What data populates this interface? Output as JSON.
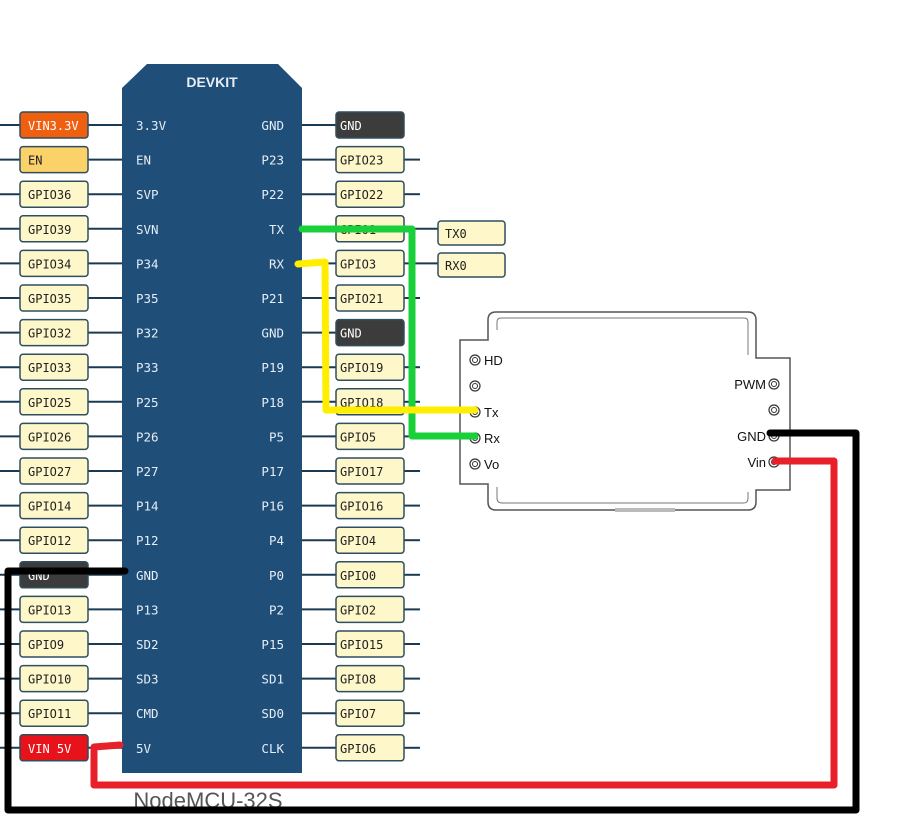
{
  "board": {
    "title": "DEVKIT",
    "caption": "NodeMCU-32S",
    "left_pins": [
      "3.3V",
      "EN",
      "SVP",
      "SVN",
      "P34",
      "P35",
      "P32",
      "P33",
      "P25",
      "P26",
      "P27",
      "P14",
      "P12",
      "GND",
      "P13",
      "SD2",
      "SD3",
      "CMD",
      "5V"
    ],
    "left_labels": [
      "VIN3.3V",
      "EN",
      "GPIO36",
      "GPIO39",
      "GPIO34",
      "GPIO35",
      "GPIO32",
      "GPIO33",
      "GPIO25",
      "GPIO26",
      "GPIO27",
      "GPIO14",
      "GPIO12",
      "GND",
      "GPIO13",
      "GPIO9",
      "GPIO10",
      "GPIO11",
      "VIN 5V"
    ],
    "right_pins": [
      "GND",
      "P23",
      "P22",
      "TX",
      "RX",
      "P21",
      "GND",
      "P19",
      "P18",
      "P5",
      "P17",
      "P16",
      "P4",
      "P0",
      "P2",
      "P15",
      "SD1",
      "SD0",
      "CLK"
    ],
    "right_labels": [
      "GND",
      "GPIO23",
      "GPIO22",
      "GPIO1",
      "GPIO3",
      "GPIO21",
      "GND",
      "GPIO19",
      "GPIO18",
      "GPIO5",
      "GPIO17",
      "GPIO16",
      "GPIO4",
      "GPIO0",
      "GPIO2",
      "GPIO15",
      "GPIO8",
      "GPIO7",
      "GPIO6"
    ],
    "extra_labels": [
      "TX0",
      "RX0"
    ]
  },
  "sensor": {
    "left_pins": [
      "HD",
      "",
      "Tx",
      "Rx",
      "Vo"
    ],
    "right_pins": [
      "PWM",
      "",
      "GND",
      "Vin"
    ]
  },
  "colors": {
    "board": "#1f4e79",
    "label_fill": "#fdf7c9",
    "label_border": "#2f4f5f",
    "gnd_fill": "#3c3c3c",
    "vin33_fill": "#ef5f10",
    "en_fill": "#fbd26a",
    "vin5_fill": "#e8121a",
    "wire_tx": "#19d03a",
    "wire_rx": "#ffee00",
    "wire_gnd": "#000000",
    "wire_vin": "#e8202a"
  }
}
